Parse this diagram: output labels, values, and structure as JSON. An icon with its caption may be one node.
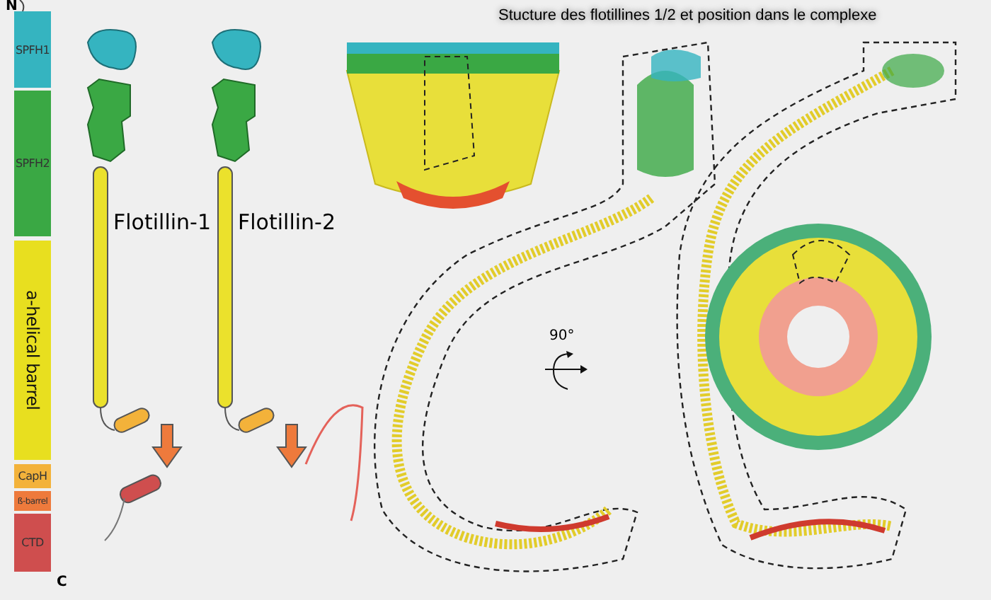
{
  "diagram": {
    "title": "Stucture des flotillines 1/2 et position dans le complexe",
    "nodes": [
      {
        "text": [
          "SPFH1"
        ]
      },
      {
        "text": [
          "SPFH2"
        ]
      },
      {
        "text": [
          "a-helical barrel"
        ]
      },
      {
        "text": [
          "CapH"
        ]
      },
      {
        "text": [
          "ß-barrel"
        ]
      },
      {
        "text": [
          "CTD"
        ]
      }
    ],
    "labels": [
      "N",
      "Flotillin-1",
      "Flotillin-2",
      "90°",
      "C"
    ]
  }
}
